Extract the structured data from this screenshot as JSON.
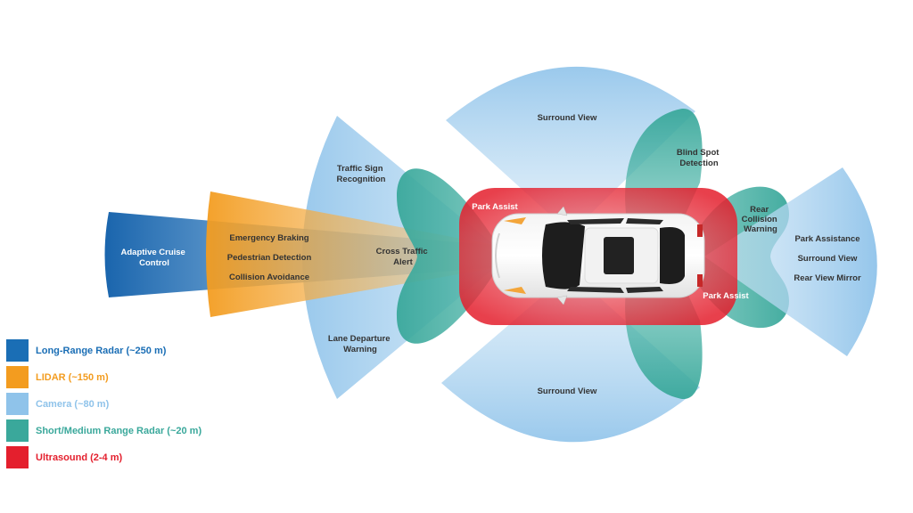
{
  "colors": {
    "long_range_radar": "#1a6eb5",
    "lidar": "#f39c1f",
    "camera": "#8fc3ea",
    "short_medium_radar": "#3aa89b",
    "ultrasound": "#e41f2d"
  },
  "zones": {
    "adaptive_cruise": [
      "Adaptive Cruise",
      "Control"
    ],
    "emergency_braking": "Emergency Braking",
    "pedestrian_detection": "Pedestrian Detection",
    "collision_avoidance": "Collision Avoidance",
    "traffic_sign": [
      "Traffic Sign",
      "Recognition"
    ],
    "lane_departure": [
      "Lane Departure",
      "Warning"
    ],
    "cross_traffic": [
      "Cross Traffic",
      "Alert"
    ],
    "surround_view_top": "Surround View",
    "surround_view_bottom": "Surround View",
    "blind_spot": [
      "Blind Spot",
      "Detection"
    ],
    "park_assist_front": "Park Assist",
    "park_assist_rear": "Park Assist",
    "rear_collision": [
      "Rear",
      "Collision",
      "Warning"
    ],
    "park_assistance": "Park Assistance",
    "surround_view_rear": "Surround View",
    "rear_view_mirror": "Rear View Mirror"
  },
  "legend": [
    {
      "label": "Long-Range Radar (~250 m)",
      "color": "#1a6eb5",
      "text_color": "#1a6eb5"
    },
    {
      "label": "LIDAR (~150 m)",
      "color": "#f39c1f",
      "text_color": "#f39c1f"
    },
    {
      "label": "Camera (~80 m)",
      "color": "#8fc3ea",
      "text_color": "#8fc3ea"
    },
    {
      "label": "Short/Medium Range Radar (~20 m)",
      "color": "#3aa89b",
      "text_color": "#3aa89b"
    },
    {
      "label": "Ultrasound (2-4 m)",
      "color": "#e41f2d",
      "text_color": "#e41f2d"
    }
  ]
}
